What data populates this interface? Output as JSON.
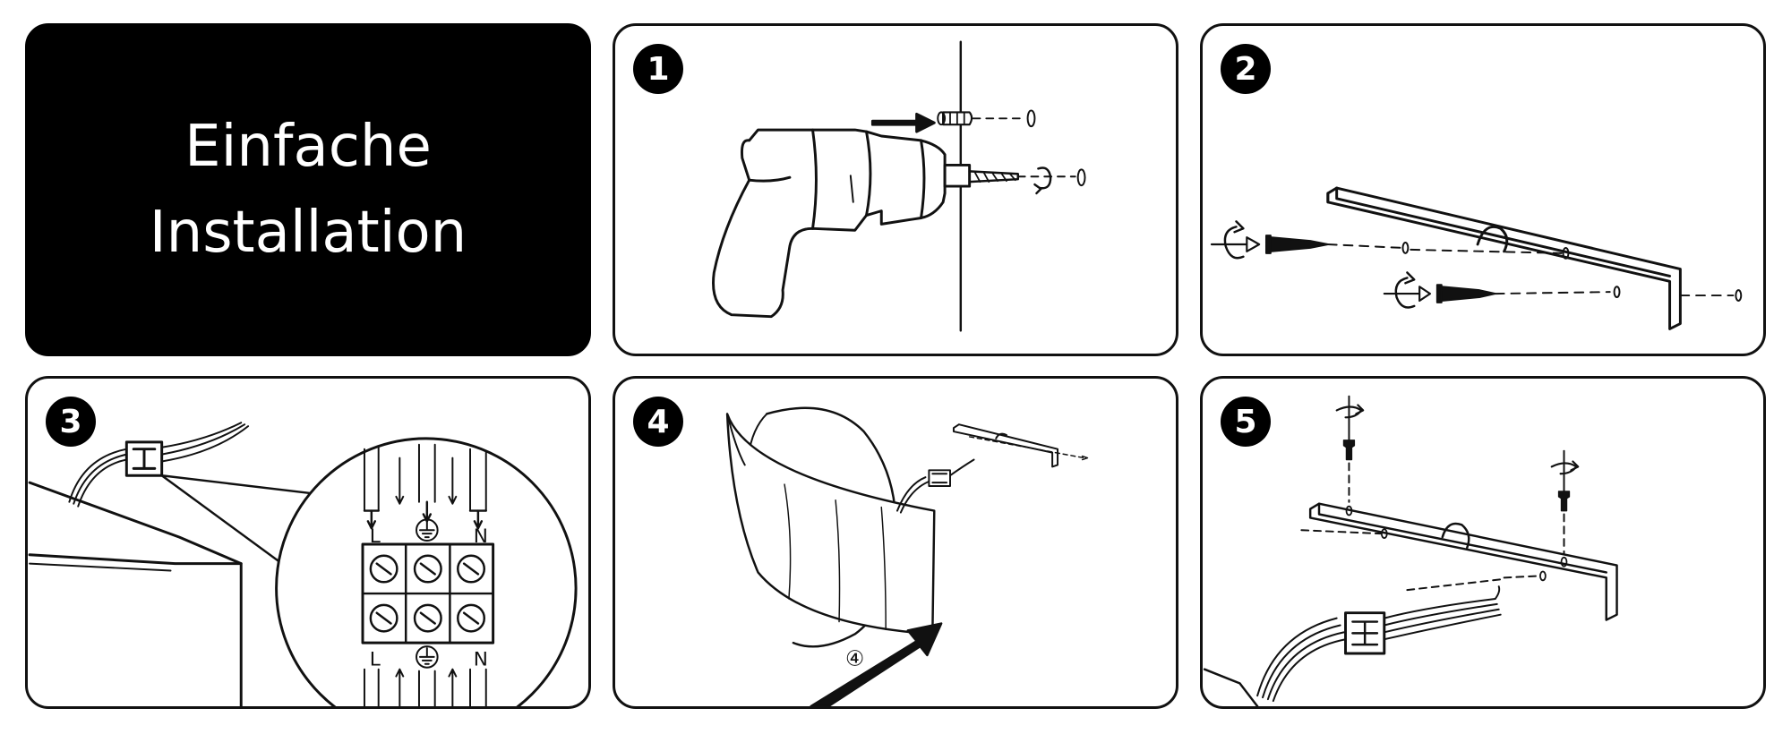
{
  "title": {
    "line1": "Einfache",
    "line2": "Installation"
  },
  "steps": [
    {
      "number": "1"
    },
    {
      "number": "2"
    },
    {
      "number": "3",
      "terminal_labels": {
        "live": "L",
        "neutral": "N"
      }
    },
    {
      "number": "4",
      "marker": "④"
    },
    {
      "number": "5"
    }
  ],
  "colors": {
    "ink": "#111111",
    "title_bg": "#000000",
    "title_text": "#ffffff",
    "background": "#ffffff"
  }
}
